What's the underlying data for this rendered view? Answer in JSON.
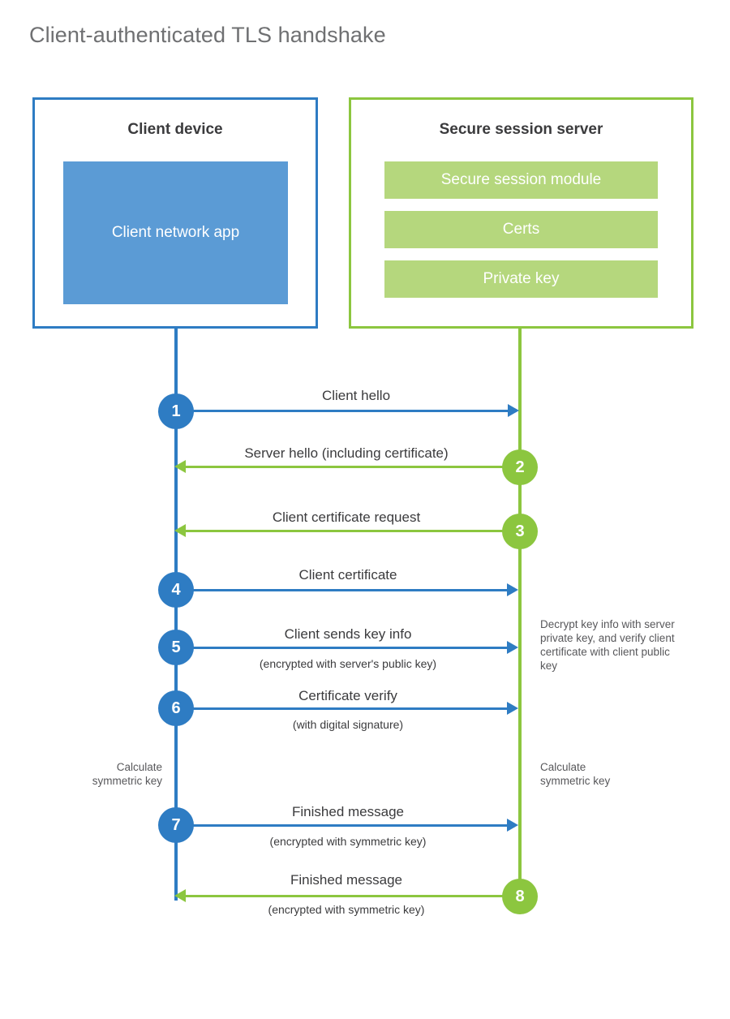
{
  "title": "Client-authenticated TLS handshake",
  "colors": {
    "client_accent": "#2e7cc3",
    "server_accent": "#8cc63f",
    "client_app_fill": "#5b9bd5",
    "server_bar_fill": "#b5d77d",
    "title_text": "#6f7072",
    "body_text": "#3b3b3d"
  },
  "actors": {
    "client": {
      "title": "Client device",
      "app_label": "Client network app"
    },
    "server": {
      "title": "Secure session server",
      "modules": [
        "Secure session module",
        "Certs",
        "Private key"
      ]
    }
  },
  "steps": [
    {
      "number": "1",
      "label": "Client hello",
      "sublabel": "",
      "direction": "client-to-server",
      "color": "blue"
    },
    {
      "number": "2",
      "label": "Server hello (including certificate)",
      "sublabel": "",
      "direction": "server-to-client",
      "color": "green"
    },
    {
      "number": "3",
      "label": "Client certificate request",
      "sublabel": "",
      "direction": "server-to-client",
      "color": "green"
    },
    {
      "number": "4",
      "label": "Client certificate",
      "sublabel": "",
      "direction": "client-to-server",
      "color": "blue"
    },
    {
      "number": "5",
      "label": "Client sends key info",
      "sublabel": "(encrypted with server's public key)",
      "direction": "client-to-server",
      "color": "blue"
    },
    {
      "number": "6",
      "label": "Certificate verify",
      "sublabel": "(with digital signature)",
      "direction": "client-to-server",
      "color": "blue"
    },
    {
      "number": "7",
      "label": "Finished message",
      "sublabel": "(encrypted with symmetric key)",
      "direction": "client-to-server",
      "color": "blue"
    },
    {
      "number": "8",
      "label": "Finished message",
      "sublabel": "(encrypted with symmetric key)",
      "direction": "server-to-client",
      "color": "green"
    }
  ],
  "notes": {
    "server_decrypt": "Decrypt key info with server private key, and verify client certificate with client public key",
    "client_calculate_line1": "Calculate",
    "client_calculate_line2": "symmetric key",
    "server_calculate_line1": "Calculate",
    "server_calculate_line2": "symmetric key"
  }
}
